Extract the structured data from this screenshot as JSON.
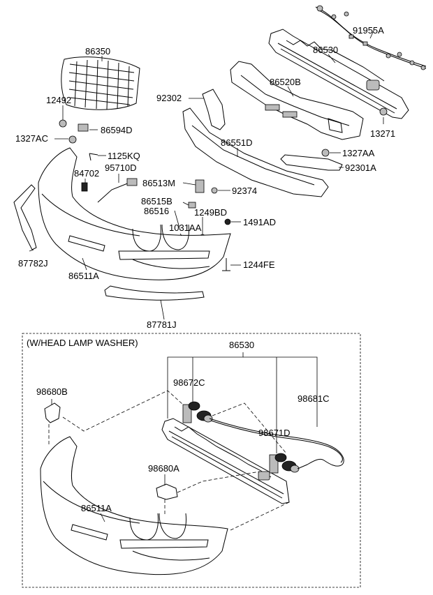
{
  "diagram": {
    "inset_title": "(W/HEAD LAMP WASHER)",
    "labels": {
      "p91955A": "91955A",
      "p86350": "86350",
      "p86530_top": "86530",
      "p86520B": "86520B",
      "p12492": "12492",
      "p92302": "92302",
      "p86594D": "86594D",
      "p1327AC": "1327AC",
      "p13271": "13271",
      "p86551D": "86551D",
      "p1125KQ": "1125KQ",
      "p1327AA": "1327AA",
      "p84702": "84702",
      "p95710D": "95710D",
      "p92301A": "92301A",
      "p86513M": "86513M",
      "p92374": "92374",
      "p86515B": "86515B",
      "p86516": "86516",
      "p1249BD": "1249BD",
      "p1491AD": "1491AD",
      "p1031AA": "1031AA",
      "p87782J": "87782J",
      "p1244FE": "1244FE",
      "p86511A_top": "86511A",
      "p87781J": "87781J",
      "p86530_inset": "86530",
      "p98680B": "98680B",
      "p98672C": "98672C",
      "p98681C": "98681C",
      "p98671D": "98671D",
      "p98680A": "98680A",
      "p86511A_inset": "86511A"
    }
  }
}
